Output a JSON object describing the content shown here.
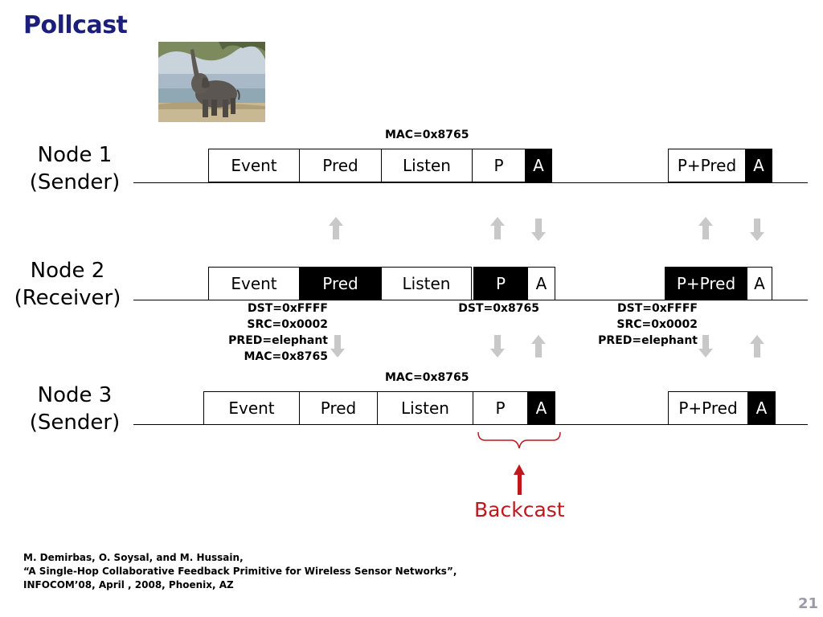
{
  "slide": {
    "title": "Pollcast",
    "page_number": "21"
  },
  "nodes": [
    {
      "name": "Node 1",
      "role": "(Sender)"
    },
    {
      "name": "Node 2",
      "role": "(Receiver)"
    },
    {
      "name": "Node 3",
      "role": "(Sender)"
    }
  ],
  "mac_label": "MAC=0x8765",
  "labels": {
    "event": "Event",
    "pred": "Pred",
    "listen": "Listen",
    "p": "P",
    "a": "A",
    "p_pred": "P+Pred"
  },
  "packet_info": {
    "pred_broadcast": [
      "DST=0xFFFF",
      "SRC=0x0002",
      "PRED=elephant",
      "MAC=0x8765"
    ],
    "p_unicast": [
      "DST=0x8765"
    ],
    "ppred_broadcast": [
      "DST=0xFFFF",
      "SRC=0x0002",
      "PRED=elephant"
    ]
  },
  "backcast_label": "Backcast",
  "citation": {
    "authors": "M. Demirbas, O. Soysal, and M. Hussain,",
    "paper": "“A Single-Hop Collaborative Feedback Primitive for Wireless Sensor Networks”,",
    "venue": "INFOCOM’08, April , 2008, Phoenix, AZ"
  },
  "colors": {
    "title": "#1b1f7a",
    "backcast": "#c0161c",
    "arrow": "#c8c8c8"
  },
  "icons": {
    "photo": "elephant-photo",
    "arrows": [
      "up-arrow-icon",
      "down-arrow-icon"
    ]
  }
}
